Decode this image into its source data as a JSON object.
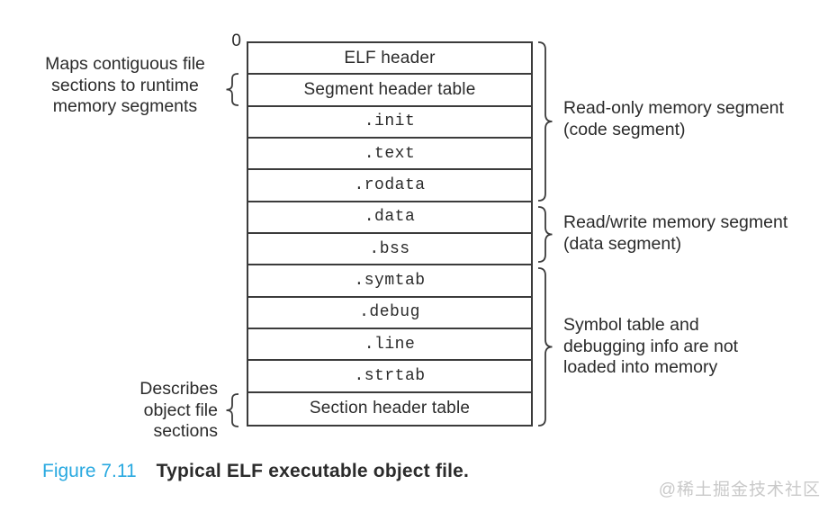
{
  "colors": {
    "line": "#3b3b3b",
    "text": "#2b2b2b",
    "figure_label_accent": "#29a9e0",
    "watermark": "#c9c9c9"
  },
  "memory_map": {
    "origin_label": "0",
    "rows": [
      {
        "label": "ELF header",
        "style": "sans"
      },
      {
        "label": "Segment header table",
        "style": "sans"
      },
      {
        "label": ".init",
        "style": "mono"
      },
      {
        "label": ".text",
        "style": "mono"
      },
      {
        "label": ".rodata",
        "style": "mono"
      },
      {
        "label": ".data",
        "style": "mono"
      },
      {
        "label": ".bss",
        "style": "mono"
      },
      {
        "label": ".symtab",
        "style": "mono"
      },
      {
        "label": ".debug",
        "style": "mono"
      },
      {
        "label": ".line",
        "style": "mono"
      },
      {
        "label": ".strtab",
        "style": "mono"
      },
      {
        "label": "Section header table",
        "style": "sans"
      }
    ]
  },
  "annotations": {
    "left": [
      {
        "text": "Maps contiguous file\nsections to runtime\nmemory segments",
        "points_to": "Segment header table"
      },
      {
        "text": "Describes\nobject file\nsections",
        "points_to": "Section header table"
      }
    ],
    "right": [
      {
        "text": "Read-only memory segment\n(code segment)",
        "covers": [
          "ELF header",
          "Segment header table",
          ".init",
          ".text",
          ".rodata"
        ]
      },
      {
        "text": "Read/write memory segment\n(data segment)",
        "covers": [
          ".data",
          ".bss"
        ]
      },
      {
        "text": "Symbol table and\ndebugging info are not\nloaded into memory",
        "covers": [
          ".symtab",
          ".debug",
          ".line",
          ".strtab",
          "Section header table"
        ]
      }
    ]
  },
  "caption": {
    "figure_label": "Figure 7.11",
    "title": "Typical ELF executable object file."
  },
  "watermark": "@稀土掘金技术社区"
}
